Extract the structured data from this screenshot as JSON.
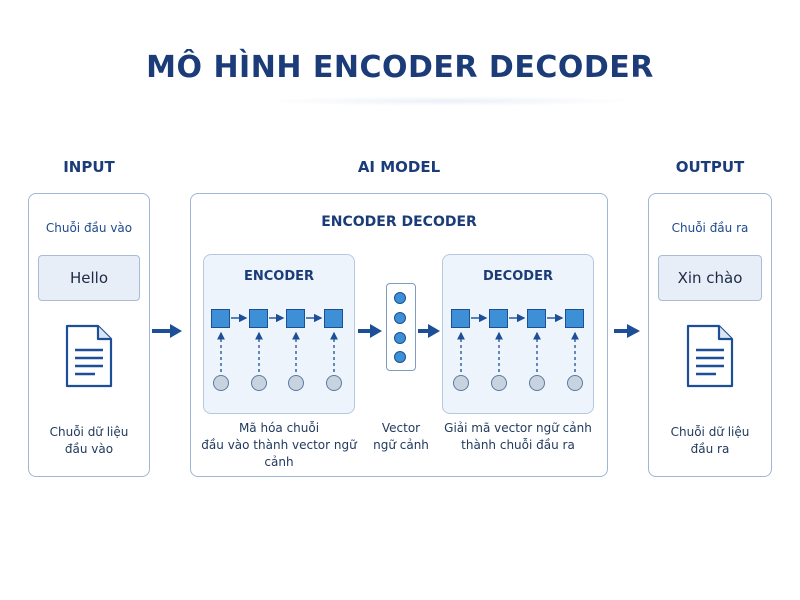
{
  "title": "MÔ HÌNH ENCODER DECODER",
  "input": {
    "heading": "INPUT",
    "label": "Chuỗi đầu vào",
    "value": "Hello",
    "doc_caption_line1": "Chuỗi dữ liệu",
    "doc_caption_line2": "đầu vào"
  },
  "model": {
    "heading": "AI MODEL",
    "box_title": "ENCODER DECODER",
    "encoder": {
      "title": "ENCODER",
      "caption_line1": "Mã hóa chuỗi",
      "caption_line2": "đầu vào thành vector ngữ cảnh"
    },
    "vector": {
      "caption_line1": "Vector",
      "caption_line2": "ngữ cảnh"
    },
    "decoder": {
      "title": "DECODER",
      "caption_line1": "Giải mã vector ngữ cảnh",
      "caption_line2": "thành chuỗi đầu ra"
    }
  },
  "output": {
    "heading": "OUTPUT",
    "label": "Chuỗi đầu ra",
    "value": "Xin chào",
    "doc_caption_line1": "Chuỗi dữ liệu",
    "doc_caption_line2": "đầu ra"
  },
  "icons": {
    "document": "document-icon",
    "flow_arrow": "arrow-right-icon"
  },
  "colors": {
    "primary": "#1b3c78",
    "cell_fill": "#3d8fd6",
    "panel_border": "#9fb6d4",
    "inner_bg": "#eef4fc"
  }
}
